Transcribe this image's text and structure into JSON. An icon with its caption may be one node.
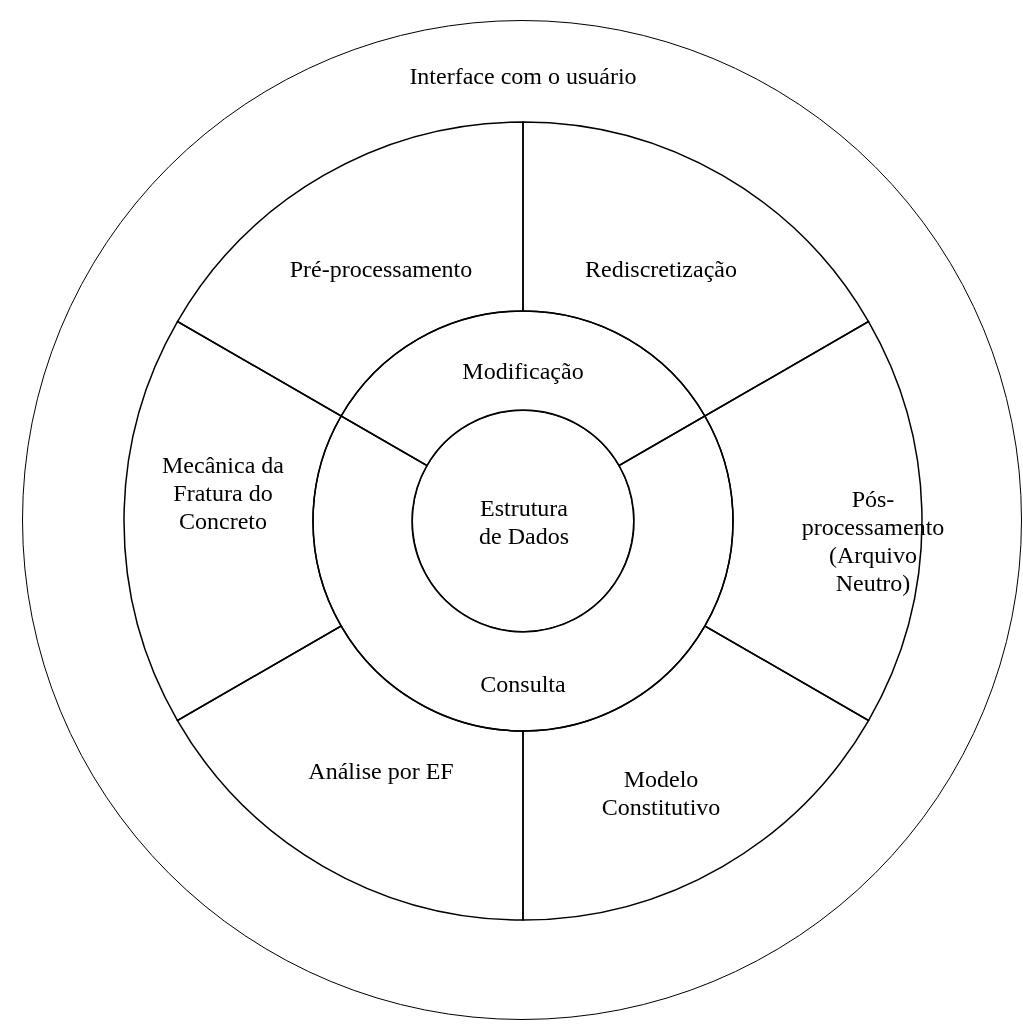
{
  "diagram": {
    "nodes": [
      {
        "text": [
          "Interface com o usuário"
        ]
      },
      {
        "text": [
          "Pré-processamento"
        ],
        "in": 0
      },
      {
        "text": [
          "Rediscretização"
        ],
        "in": 0
      },
      {
        "text": [
          "Modificação"
        ],
        "in": 0
      },
      {
        "text": [
          "Mecânica da Fratura do Concreto"
        ],
        "in": 0
      },
      {
        "text": [
          "Estrutura de Dados"
        ],
        "in": 0
      },
      {
        "text": [
          "Pós- processamento (Arquivo Neutro)"
        ],
        "in": 0
      },
      {
        "text": [
          "Consulta"
        ],
        "in": 0
      },
      {
        "text": [
          "Análise por EF"
        ],
        "in": 0
      },
      {
        "text": [
          "Modelo Constitutivo"
        ],
        "in": 0
      }
    ]
  }
}
